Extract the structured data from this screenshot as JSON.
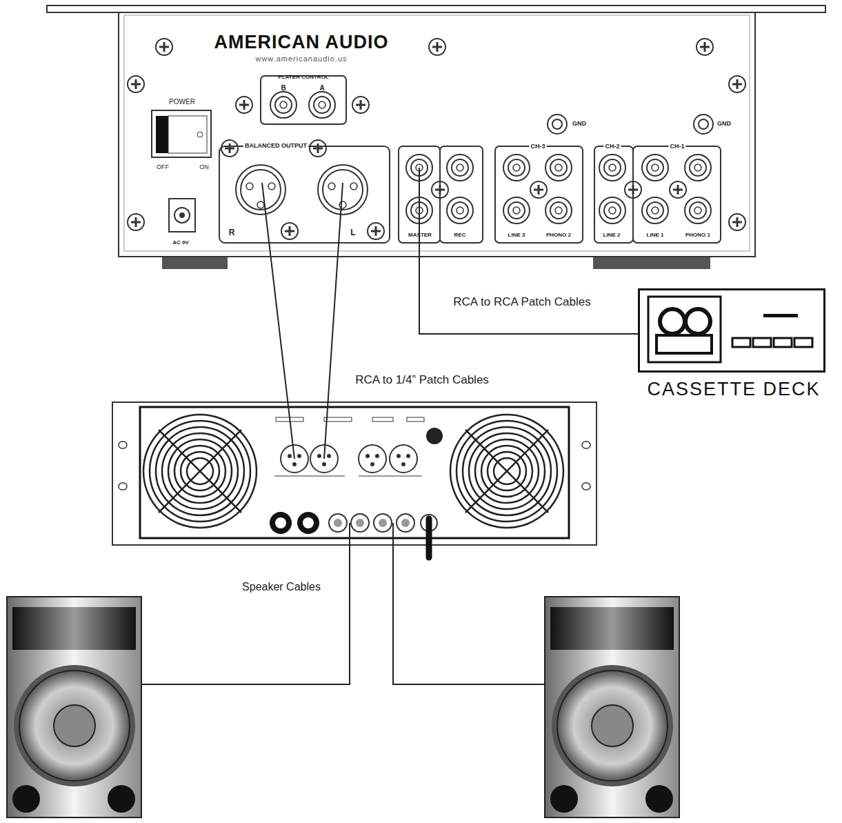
{
  "diagram": {
    "nodes": [
      {
        "text": [
          "AMERICAN AUDIO",
          "www.americanaudio.us"
        ]
      },
      {
        "text": [
          "CASSETTE DECK"
        ]
      }
    ],
    "edges": [
      {
        "from": 0,
        "to": 1,
        "arrow": "none",
        "label": "RCA to RCA Patch Cables"
      }
    ],
    "labels": [
      "PLAYER CONTROL",
      "B",
      "A",
      "POWER",
      "OFF",
      "ON",
      "AC 9V",
      "BALANCED OUTPUT",
      "R",
      "L",
      "MASTER",
      "REC",
      "CH-3",
      "CH-2",
      "CH-1",
      "GND",
      "GND",
      "LINE 3",
      "PHONO 2",
      "LINE 2",
      "LINE 1",
      "PHONO 1",
      "RCA to 1/4” Patch Cables",
      "Speaker Cables"
    ]
  }
}
